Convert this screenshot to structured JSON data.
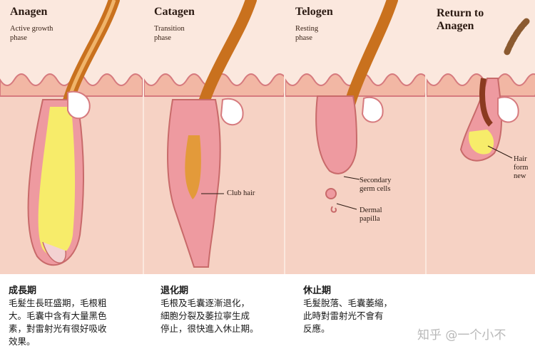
{
  "panels": [
    {
      "title": "Anagen",
      "subtitle_line1": "Active growth",
      "subtitle_line2": "phase",
      "labels": []
    },
    {
      "title": "Catagen",
      "subtitle_line1": "Transition",
      "subtitle_line2": "phase",
      "labels": [
        "Club hair"
      ]
    },
    {
      "title": "Telogen",
      "subtitle_line1": "Resting",
      "subtitle_line2": "phase",
      "labels": [
        "Secondary",
        "germ cells",
        "Dermal",
        "papilla"
      ]
    },
    {
      "title": "Return to",
      "title_line2": "Anagen",
      "labels": [
        "Hair",
        "form",
        "new"
      ]
    }
  ],
  "captions": [
    {
      "title": "成長期",
      "body": "毛髮生長旺盛期，毛根粗\n大。毛囊中含有大量黑色\n素，對雷射光有很好吸收\n效果。"
    },
    {
      "title": "退化期",
      "body": "毛根及毛囊逐漸退化，\n細胞分裂及萎拉寧生成\n停止，很快進入休止期。"
    },
    {
      "title": "休止期",
      "body": "毛髮脫落、毛囊萎縮，\n此時對雷射光不會有\n反應。"
    }
  ],
  "watermark": "知乎 @一个小不",
  "colors": {
    "skin": "#f6d2c4",
    "epidermis": "#f2b7a4",
    "hair": "#c9711e",
    "bulb_yellow": "#f7ec6a",
    "ridge": "#d67a7e"
  }
}
